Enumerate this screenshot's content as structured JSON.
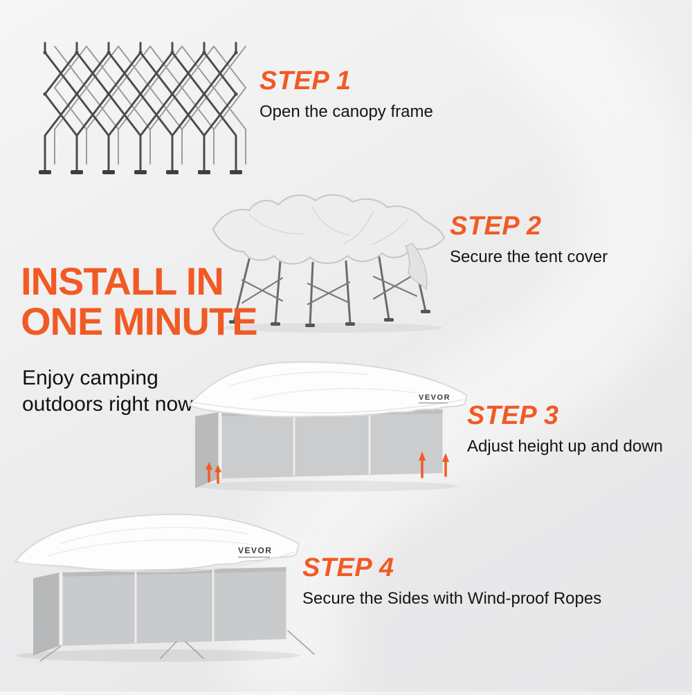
{
  "palette": {
    "accent_orange": "#F15A24",
    "text_dark": "#141414",
    "background_light": "#F6F6F7",
    "background_shade": "#E6E6E8",
    "frame_gray": "#4C4C4C",
    "wall_gray": "#CBCCCD",
    "canopy_white": "#FDFDFD"
  },
  "headline": {
    "line1": "INSTALL IN",
    "line2": "ONE MINUTE",
    "subtitle_line1": "Enjoy camping",
    "subtitle_line2": "outdoors right now"
  },
  "steps": [
    {
      "label": "STEP 1",
      "description": "Open the canopy frame",
      "illustration": "folded-canopy-frame"
    },
    {
      "label": "STEP 2",
      "description": "Secure the tent cover",
      "illustration": "frame-with-tent-cover"
    },
    {
      "label": "STEP 3",
      "description": "Adjust height up and down",
      "illustration": "canopy-with-sidewalls-and-height-arrows"
    },
    {
      "label": "STEP 4",
      "description": "Secure the Sides with Wind-proof Ropes",
      "illustration": "canopy-with-windproof-ropes"
    }
  ],
  "brand": {
    "logo_text": "VEVOR"
  }
}
